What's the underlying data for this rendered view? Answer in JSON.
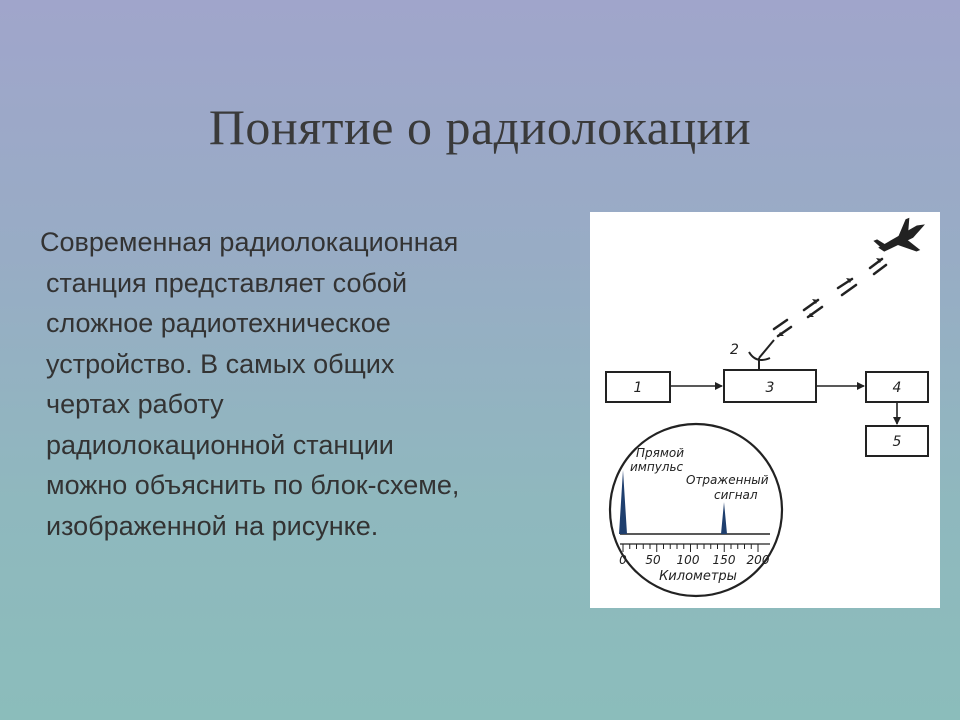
{
  "slide": {
    "title": "Понятие о радиолокации",
    "body_lines": [
      "Современная радиолокационная",
      "станция представляет собой",
      "сложное радиотехническое",
      "устройство. В самых общих",
      "чертах работу",
      "радиолокационной станции",
      "можно объяснить по блок-схеме,",
      "изображенной на рисунке."
    ]
  },
  "diagram": {
    "antenna_label": "2",
    "blocks": [
      {
        "id": "block-1",
        "label": "1"
      },
      {
        "id": "block-3",
        "label": "3"
      },
      {
        "id": "block-4",
        "label": "4"
      },
      {
        "id": "block-5",
        "label": "5"
      }
    ],
    "scope": {
      "direct_pulse_label_line1": "Прямой",
      "direct_pulse_label_line2": "импульс",
      "reflected_label_line1": "Отраженный",
      "reflected_label_line2": "сигнал",
      "scale_ticks": [
        "0",
        "50",
        "100",
        "150",
        "200"
      ],
      "axis_label": "Километры"
    }
  },
  "colors": {
    "text": "#333333",
    "title": "#3a3a3a",
    "figure_bg": "#ffffff",
    "line": "#222222",
    "pulse": "#1f3f6e"
  }
}
